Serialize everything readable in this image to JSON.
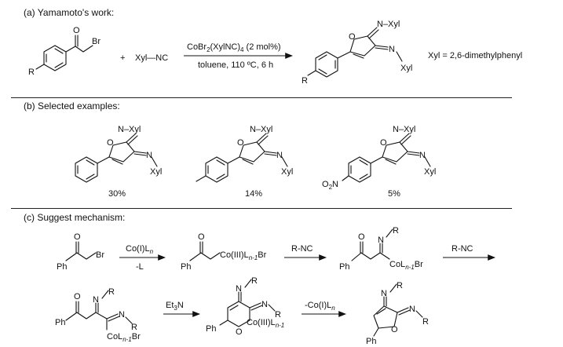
{
  "sections": {
    "a": {
      "label": "(a) Yamamoto's work:"
    },
    "b": {
      "label": "(b) Selected examples:"
    },
    "c": {
      "label": "(c) Suggest mechanism:"
    }
  },
  "scheme_a": {
    "r_group": "R",
    "bromine": "Br",
    "plus": "+",
    "isocyanide": "Xyl—NC",
    "reagent_main": "CoBr",
    "reagent_sub2": "2",
    "reagent_mid": "(XylNC)",
    "reagent_sub4": "4",
    "reagent_tail": " (2 mol%)",
    "conditions": "toluene, 110 ºC, 6 h",
    "product_o": "O",
    "product_nxyl": "N–Xyl",
    "product_n": "N",
    "product_xyl": "Xyl",
    "product_r": "R",
    "xyl_definition": "Xyl = 2,6-dimethylphenyl"
  },
  "examples": [
    {
      "o": "O",
      "nxyl": "N–Xyl",
      "n": "N",
      "xyl": "Xyl",
      "substituent": "",
      "yield": "30%"
    },
    {
      "o": "O",
      "nxyl": "N–Xyl",
      "n": "N",
      "xyl": "Xyl",
      "substituent": "",
      "yield": "14%"
    },
    {
      "o": "O",
      "nxyl": "N–Xyl",
      "n": "N",
      "xyl": "Xyl",
      "substituent_main": "O",
      "substituent_sub": "2",
      "substituent_end": "N",
      "yield": "5%"
    }
  ],
  "mechanism": {
    "s1": {
      "o": "O",
      "ph": "Ph",
      "br": "Br"
    },
    "a1_top_main": "Co(I)L",
    "a1_top_sub": "n",
    "a1_bottom": "-L",
    "s2": {
      "o": "O",
      "ph": "Ph",
      "co_main": "Co(III)L",
      "co_sub": "n-1",
      "co_end": "Br"
    },
    "a2_top": "R-NC",
    "s3": {
      "o": "O",
      "ph": "Ph",
      "n": "N",
      "r": "R",
      "co_main": "CoL",
      "co_sub": "n-1",
      "co_end": "Br"
    },
    "a3_top": "R-NC",
    "s4": {
      "o": "O",
      "ph": "Ph",
      "n1": "N",
      "r1": "R",
      "n2": "N",
      "r2": "R",
      "co_main": "CoL",
      "co_sub": "n-1",
      "co_end": "Br"
    },
    "a4_top_main": "Et",
    "a4_top_sub": "3",
    "a4_top_end": "N",
    "s5": {
      "n1": "N",
      "r1": "R",
      "n2": "N",
      "r2": "R",
      "ph": "Ph",
      "o": "O",
      "co_main": "Co(III)L",
      "co_sub": "n-1"
    },
    "a5_top_main": "-Co(I)L",
    "a5_top_sub": "n",
    "s6": {
      "n1": "N",
      "r1": "R",
      "n2": "N",
      "r2": "R",
      "o": "O",
      "ph": "Ph"
    }
  }
}
